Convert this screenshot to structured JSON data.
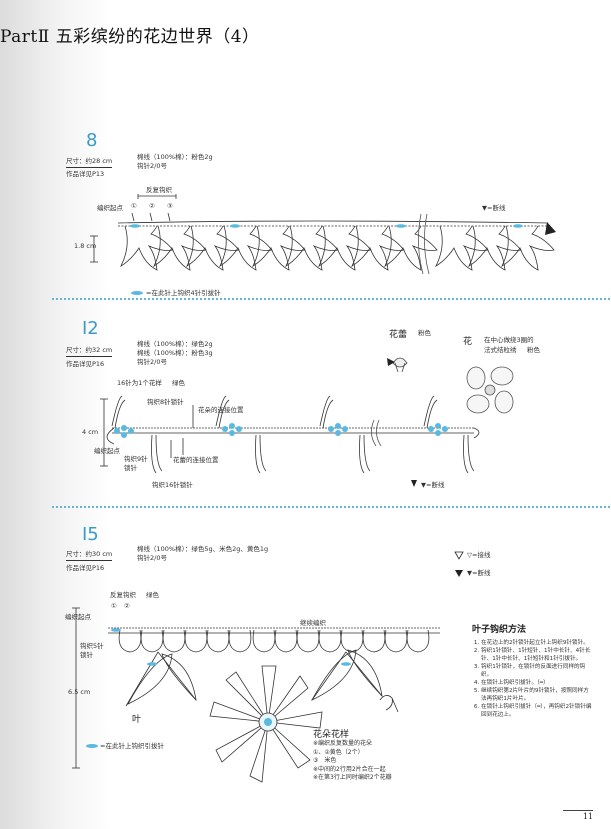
{
  "header": {
    "title": "PartⅡ 五彩缤纷的花边世界（4）"
  },
  "page_number": "11",
  "pattern8": {
    "number": "8",
    "size": "尺寸：约28 cm",
    "ref": "作品详见P13",
    "yarn": "棉线（100%棉）：粉色2g",
    "needle": "钩针2/0号",
    "repeat": "反复钩织",
    "start": "编织起点",
    "marks": [
      "①",
      "②",
      "③"
    ],
    "cut": "▼=断线",
    "height": "1.8 cm",
    "legend": "=在此针上钩织4针引拔针"
  },
  "pattern12": {
    "number": "I2",
    "size": "尺寸：约32 cm",
    "ref": "作品详见P16",
    "yarn1": "棉线（100%棉）：绿色2g",
    "yarn2": "棉线（100%棉）：粉色3g",
    "needle": "钩针2/0号",
    "bud": "花蕾",
    "bud_color": "粉色",
    "flower": "花",
    "flower_note1": "在中心做绕3圈的",
    "flower_note2": "法式结粒绣",
    "flower_color": "粉色",
    "repeat": "16针为1个花样",
    "repeat_color": "绿色",
    "chain": "钩织8针锁针",
    "flower_join": "花朵的连接位置",
    "height": "4 cm",
    "start": "编织起点",
    "chain9": "钩织9针",
    "chain9b": "锁针",
    "bud_join": "花蕾的连接位置",
    "chain16": "钩织16针锁针",
    "cut": "▼=断线"
  },
  "pattern15": {
    "number": "I5",
    "size": "尺寸：约30 cm",
    "ref": "作品详见P16",
    "yarn": "棉线（100%棉）：绿色5g、米色2g、黄色1g",
    "needle": "钩针2/0号",
    "attach": "▽=接线",
    "cut": "▼=断线",
    "repeat": "反复钩织",
    "repeat_color": "绿色",
    "marks": [
      "①",
      "②"
    ],
    "start": "编织起点",
    "chain5": "钩织5针",
    "chain5b": "锁针",
    "continue": "继续编织",
    "height": "6.5 cm",
    "leaf": "叶",
    "legend": "=在此针上钩织引拔针",
    "flower_title": "花朵花样",
    "flower_lines": [
      "※编织反复数量的花朵",
      "①、②黄色（2个）",
      "③　米色",
      "※中间的2行用2片合在一起",
      "※在第3行上同时编织2个花瓣"
    ],
    "method_title": "叶子钩织方法",
    "method_steps": [
      "在花边上的2针锁针起立针上钩织9针锁针。",
      "钩织1针锁针、1针短针、1针中长针、4针长针、1针中长针、1针短针和1针引拔针。",
      "钩织1针锁针，在锁针的反面进行同样的钩织。",
      "在锁针上钩织引拔针。（━）",
      "继续钩织第2片叶片的9针锁针，按照同样方法再钩织1片叶片。",
      "在锁针上钩织引拔针（━），再钩织2针锁针编回到花边上。"
    ]
  },
  "colors": {
    "accent": "#3b9bc7",
    "motif_blue": "#5ab9e0",
    "divider": "#62b6d8",
    "line": "#333333"
  }
}
